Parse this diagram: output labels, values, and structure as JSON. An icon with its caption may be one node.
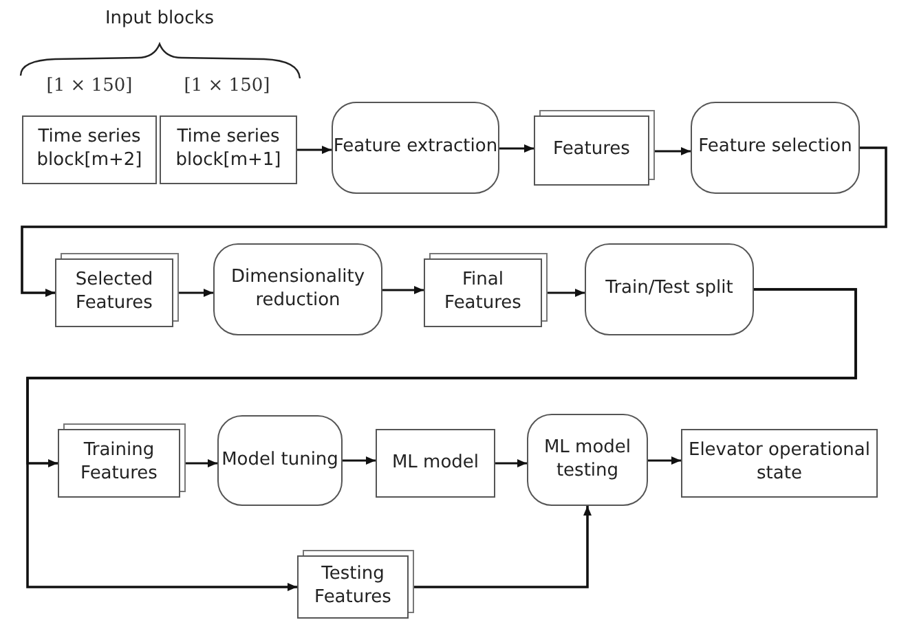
{
  "diagram": {
    "nodes": [
      {
        "text": [
          "Time series block[m+2]"
        ]
      },
      {
        "text": [
          "Time series block[m+1]"
        ]
      },
      {
        "text": [
          "Feature extraction"
        ]
      },
      {
        "text": [
          "Features"
        ]
      },
      {
        "text": [
          "Feature selection"
        ]
      },
      {
        "text": [
          "Selected Features"
        ]
      },
      {
        "text": [
          "Dimensionality reduction"
        ]
      },
      {
        "text": [
          "Final Features"
        ]
      },
      {
        "text": [
          "Train/Test split"
        ]
      },
      {
        "text": [
          "Training Features"
        ]
      },
      {
        "text": [
          "Model tuning"
        ]
      },
      {
        "text": [
          "ML model"
        ]
      },
      {
        "text": [
          "ML model testing"
        ]
      },
      {
        "text": [
          "Elevator operational state"
        ]
      },
      {
        "text": [
          "Testing Features"
        ]
      }
    ],
    "edges": [
      {
        "from": 1,
        "to": 2,
        "arrow": "to"
      },
      {
        "from": 2,
        "to": 3,
        "arrow": "to"
      },
      {
        "from": 3,
        "to": 4,
        "arrow": "to"
      },
      {
        "from": 4,
        "to": 5,
        "arrow": "to"
      },
      {
        "from": 5,
        "to": 6,
        "arrow": "to"
      },
      {
        "from": 6,
        "to": 7,
        "arrow": "to"
      },
      {
        "from": 7,
        "to": 8,
        "arrow": "to"
      },
      {
        "from": 8,
        "to": 9,
        "arrow": "to"
      },
      {
        "from": 8,
        "to": 14,
        "arrow": "to"
      },
      {
        "from": 9,
        "to": 10,
        "arrow": "to"
      },
      {
        "from": 10,
        "to": 11,
        "arrow": "to"
      },
      {
        "from": 11,
        "to": 12,
        "arrow": "to"
      },
      {
        "from": 12,
        "to": 13,
        "arrow": "to"
      },
      {
        "from": 14,
        "to": 12,
        "arrow": "to"
      }
    ],
    "labels": [
      "Input blocks",
      "[1 × 150]",
      "[1 × 150]"
    ]
  }
}
